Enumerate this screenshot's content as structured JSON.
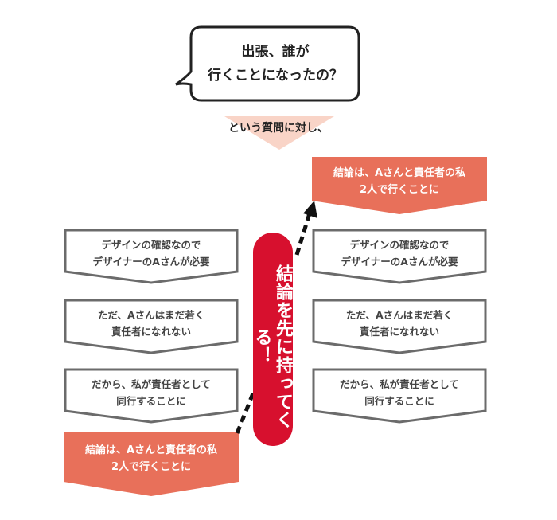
{
  "question": {
    "line1": "出張、誰が",
    "line2": "行くことになったの？"
  },
  "transition": "という質問に対し、",
  "callout": "結論を先に持ってくる！",
  "conclusion": {
    "line1": "結論は、Aさんと責任者の私",
    "line2": "2人で行くことに"
  },
  "steps": [
    {
      "line1": "デザインの確認なので",
      "line2": "デザイナーのAさんが必要"
    },
    {
      "line1": "ただ、Aさんはまだ若く",
      "line2": "責任者になれない"
    },
    {
      "line1": "だから、私が責任者として",
      "line2": "同行することに"
    }
  ],
  "colors": {
    "orange": "#e8705a",
    "red": "#d7102e",
    "pink": "#f9d4c7",
    "gray": "#6b6b6b"
  }
}
